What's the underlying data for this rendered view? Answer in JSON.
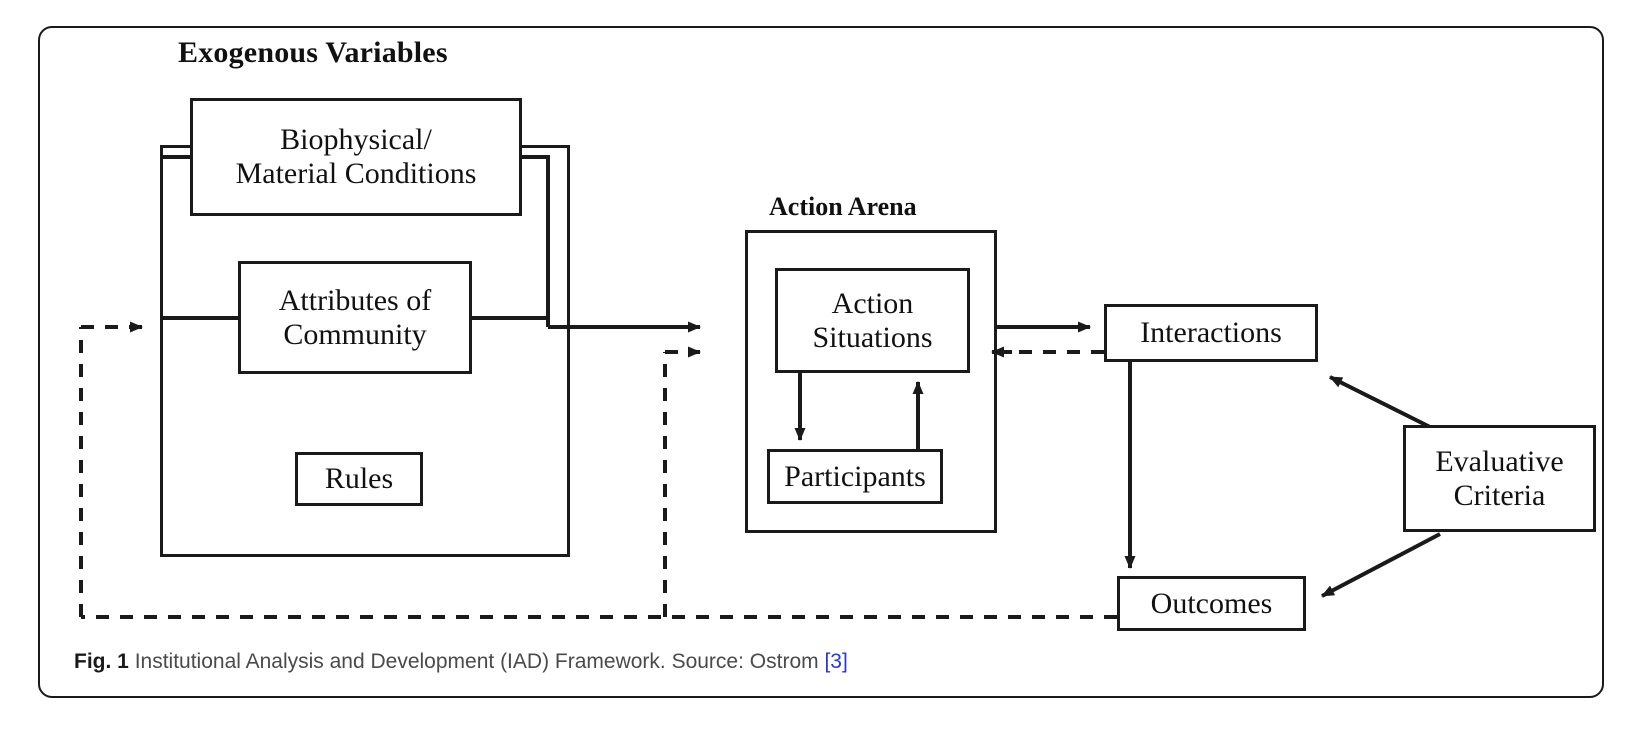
{
  "figure": {
    "caption_label": "Fig. 1",
    "caption_text": "Institutional Analysis and Development (IAD) Framework. Source: Ostrom",
    "caption_citation": "[3]",
    "citation_color": "#2b36d6",
    "line_color": "#1a1a1a",
    "background": "#ffffff"
  },
  "headings": {
    "exogenous": "Exogenous Variables",
    "action_arena": "Action Arena"
  },
  "nodes": {
    "biophysical": "Biophysical/\nMaterial Conditions",
    "biophysical_line1": "Biophysical/",
    "biophysical_line2": "Material Conditions",
    "attributes_line1": "Attributes of",
    "attributes_line2": "Community",
    "rules": "Rules",
    "action_situations_line1": "Action",
    "action_situations_line2": "Situations",
    "participants": "Participants",
    "interactions": "Interactions",
    "evaluative_line1": "Evaluative",
    "evaluative_line2": "Criteria",
    "outcomes": "Outcomes"
  },
  "chart_data": {
    "type": "diagram",
    "title": "Institutional Analysis and Development (IAD) Framework",
    "nodes": [
      {
        "id": "biophysical",
        "label": "Biophysical/ Material Conditions",
        "group": "Exogenous Variables"
      },
      {
        "id": "attributes",
        "label": "Attributes of Community",
        "group": "Exogenous Variables"
      },
      {
        "id": "rules",
        "label": "Rules",
        "group": "Exogenous Variables"
      },
      {
        "id": "action_situations",
        "label": "Action Situations",
        "group": "Action Arena"
      },
      {
        "id": "participants",
        "label": "Participants",
        "group": "Action Arena"
      },
      {
        "id": "interactions",
        "label": "Interactions",
        "group": null
      },
      {
        "id": "outcomes",
        "label": "Outcomes",
        "group": null
      },
      {
        "id": "evaluative",
        "label": "Evaluative Criteria",
        "group": null
      }
    ],
    "groups": [
      "Exogenous Variables",
      "Action Arena"
    ],
    "edges": [
      {
        "from": "Exogenous Variables",
        "to": "Action Arena",
        "style": "solid",
        "direction": "forward"
      },
      {
        "from": "Outcomes",
        "to": "Action Arena",
        "style": "dashed",
        "direction": "forward"
      },
      {
        "from": "Outcomes",
        "to": "Exogenous Variables",
        "style": "dashed",
        "direction": "forward"
      },
      {
        "from": "Action Situations",
        "to": "Participants",
        "style": "solid",
        "direction": "forward"
      },
      {
        "from": "Participants",
        "to": "Action Situations",
        "style": "solid",
        "direction": "forward"
      },
      {
        "from": "Action Arena",
        "to": "Interactions",
        "style": "solid",
        "direction": "forward"
      },
      {
        "from": "Interactions",
        "to": "Action Arena",
        "style": "dashed",
        "direction": "forward"
      },
      {
        "from": "Interactions",
        "to": "Outcomes",
        "style": "solid",
        "direction": "forward"
      },
      {
        "from": "Evaluative Criteria",
        "to": "Interactions",
        "style": "solid",
        "direction": "forward"
      },
      {
        "from": "Evaluative Criteria",
        "to": "Outcomes",
        "style": "solid",
        "direction": "forward"
      }
    ]
  }
}
